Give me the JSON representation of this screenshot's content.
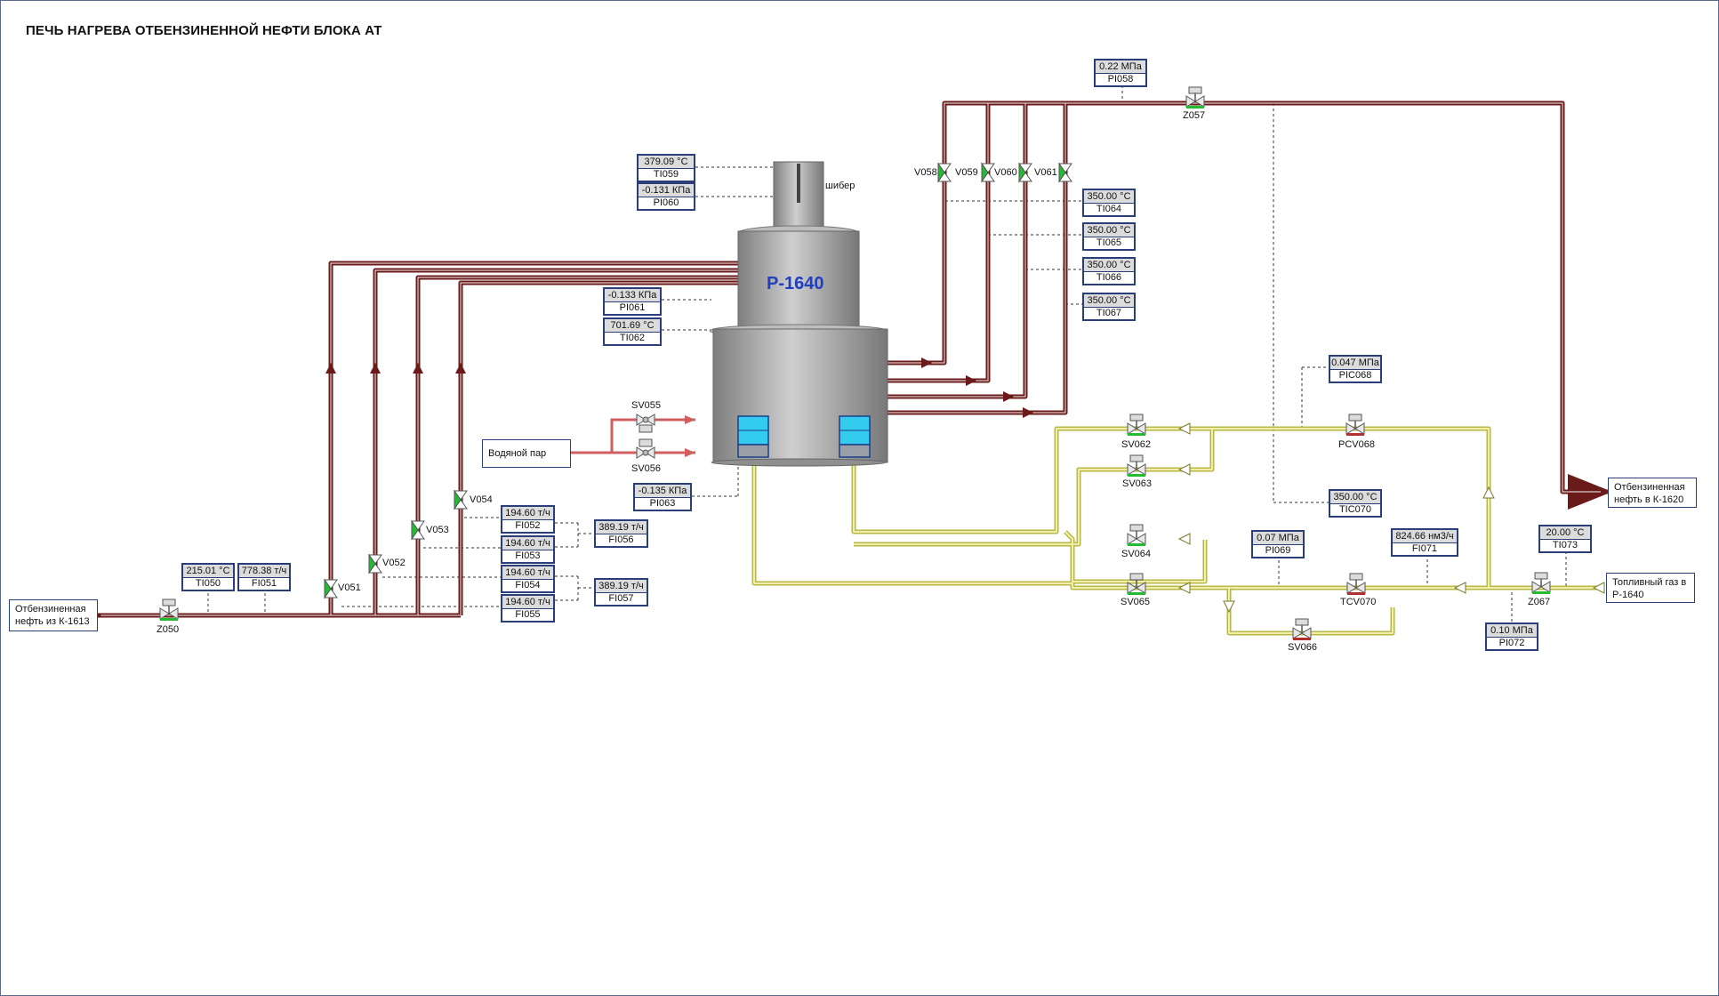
{
  "title": "ПЕЧЬ НАГРЕВА ОТБЕНЗИНЕННОЙ НЕФТИ БЛОКА АТ",
  "furnace": {
    "name": "Р-1640",
    "damper_label": "шибер"
  },
  "streams": {
    "inlet": "Отбензиненная нефть из К-1613",
    "outlet": "Отбензиненная нефть в К-1620",
    "steam": "Водяной пар",
    "fuel": "Топливный газ в Р-1640"
  },
  "tags": {
    "PI058": {
      "value": "0.22 МПа",
      "name": "PI058"
    },
    "TI059": {
      "value": "379.09 °С",
      "name": "TI059"
    },
    "PI060": {
      "value": "-0.131 КПа",
      "name": "PI060"
    },
    "PI061": {
      "value": "-0.133 КПа",
      "name": "PI061"
    },
    "TI062": {
      "value": "701.69 °С",
      "name": "TI062"
    },
    "PI063": {
      "value": "-0.135 КПа",
      "name": "PI063"
    },
    "TI064": {
      "value": "350.00 °С",
      "name": "TI064"
    },
    "TI065": {
      "value": "350.00 °С",
      "name": "TI065"
    },
    "TI066": {
      "value": "350.00 °С",
      "name": "TI066"
    },
    "TI067": {
      "value": "350.00 °С",
      "name": "TI067"
    },
    "TI050": {
      "value": "215.01 °С",
      "name": "TI050"
    },
    "FI051": {
      "value": "778.38 т/ч",
      "name": "FI051"
    },
    "FI052": {
      "value": "194.60 т/ч",
      "name": "FI052"
    },
    "FI053": {
      "value": "194.60 т/ч",
      "name": "FI053"
    },
    "FI054": {
      "value": "194.60 т/ч",
      "name": "FI054"
    },
    "FI055": {
      "value": "194.60 т/ч",
      "name": "FI055"
    },
    "FI056": {
      "value": "389.19 т/ч",
      "name": "FI056"
    },
    "FI057": {
      "value": "389.19 т/ч",
      "name": "FI057"
    },
    "PIC068": {
      "value": "0.047 МПа",
      "name": "PIC068"
    },
    "TIC070": {
      "value": "350.00 °С",
      "name": "TIC070"
    },
    "PI069": {
      "value": "0.07 МПа",
      "name": "PI069"
    },
    "FI071": {
      "value": "824.66 нм3/ч",
      "name": "FI071"
    },
    "TI073": {
      "value": "20.00 °С",
      "name": "TI073"
    },
    "PI072": {
      "value": "0.10 МПа",
      "name": "PI072"
    }
  },
  "valves": {
    "V051": "V051",
    "V052": "V052",
    "V053": "V053",
    "V054": "V054",
    "V058": "V058",
    "V059": "V059",
    "V060": "V060",
    "V061": "V061",
    "Z050": "Z050",
    "Z057": "Z057",
    "Z067": "Z067",
    "SV055": "SV055",
    "SV056": "SV056",
    "SV062": "SV062",
    "SV063": "SV063",
    "SV064": "SV064",
    "SV065": "SV065",
    "SV066": "SV066",
    "PCV068": "PCV068",
    "TCV070": "TCV070"
  },
  "colors": {
    "oil_pipe": "#6b1a1a",
    "gas_pipe": "#d9d86a",
    "steam_pipe": "#d06060",
    "tag_border": "#2a3f7a",
    "valve_open": "#22bb33",
    "burner": "#33ccee",
    "furnace": "#a9a9a9"
  }
}
